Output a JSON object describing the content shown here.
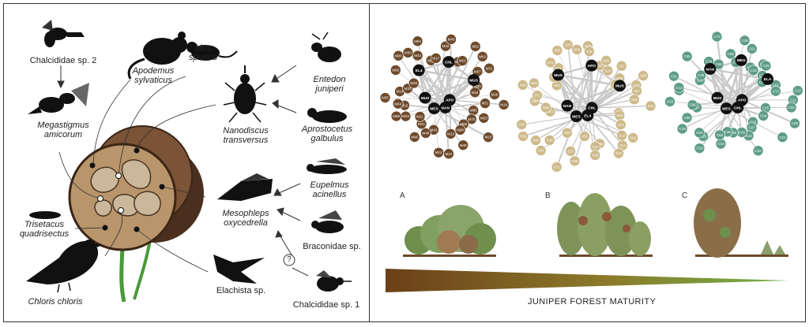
{
  "left": {
    "species": {
      "chalcididae2": [
        "Chalcididae sp. 2"
      ],
      "megastigmus": [
        "Megastigmus",
        "amicorum"
      ],
      "apodemus": [
        "Apodemus",
        "sylvaticus"
      ],
      "mus": [
        "Mus",
        "spretus"
      ],
      "entedon": [
        "Entedon",
        "juniperi"
      ],
      "nanodiscus": [
        "Nanodiscus",
        "transversus"
      ],
      "aprostocetus": [
        "Aprostocetus",
        "galbulus"
      ],
      "eupelmus": [
        "Eupelmus",
        "acinellus"
      ],
      "mesophleps": [
        "Mesophleps",
        "oxycedrella"
      ],
      "braconidae": [
        "Braconidae sp."
      ],
      "trisetacus": [
        "Trisetacus",
        "quadrisectus"
      ],
      "elachista": [
        "Elachista sp."
      ],
      "chalcididae1": [
        "Chalcididae sp. 1"
      ],
      "chloris": [
        "Chloris chloris"
      ]
    },
    "question_mark": "?"
  },
  "right": {
    "panel_letters": [
      "A",
      "B",
      "C"
    ],
    "gradient_label": "JUNIPER FOREST MATURITY",
    "colors": {
      "stage_a": "#6e4a2c",
      "stage_b": "#cdb98a",
      "stage_c": "#5e9c88",
      "key": "#111111",
      "edge": "#c9c9c9",
      "gradient_start": "#6b4019",
      "gradient_end": "#6fb24a"
    },
    "networks": [
      {
        "key_nodes": [
          "APO",
          "NAN",
          "MES",
          "MUS",
          "EL4",
          "CHL",
          "MUS"
        ],
        "other_nodes": [
          "M19",
          "M51",
          "M85",
          "M53",
          "M70",
          "M15",
          "M66",
          "M60",
          "M49",
          "M13",
          "M37",
          "M12",
          "M43",
          "M48",
          "M45",
          "M41",
          "M11",
          "M03",
          "M58",
          "M16",
          "M44",
          "M05",
          "M14",
          "M33",
          "M29",
          "M56",
          "M08",
          "M30",
          "M42",
          "M04",
          "M27",
          "M17",
          "M32",
          "M40",
          "M26",
          "M21",
          "M52",
          "M02",
          "M07",
          "M31",
          "M36",
          "M34",
          "M28"
        ]
      },
      {
        "key_nodes": [
          "CHL",
          "EL4",
          "MES",
          "NAN",
          "MUS",
          "APO",
          "MUS"
        ],
        "other_nodes": [
          "S32",
          "S51",
          "S53",
          "S23",
          "S62",
          "S13",
          "S14",
          "S49",
          "S05",
          "S37",
          "S69",
          "S01",
          "S30",
          "S27",
          "S71",
          "S58",
          "S44",
          "S44",
          "S46",
          "S55",
          "S42",
          "S61",
          "S30",
          "S60",
          "S71",
          "S40",
          "S59",
          "S04",
          "S47",
          "S72",
          "S41",
          "S63",
          "S25",
          "S06",
          "S36",
          "S29",
          "S11",
          "S65",
          "S20",
          "S57",
          "S52",
          "S31",
          "S68",
          "S18",
          "S67",
          "S26"
        ]
      },
      {
        "key_nodes": [
          "APO",
          "CHL",
          "MES",
          "MUS",
          "NAN",
          "MEG",
          "ELA"
        ],
        "other_nodes": [
          "C11",
          "C02",
          "C25",
          "C40",
          "C04",
          "C21",
          "C15",
          "C07",
          "C32",
          "C43",
          "C46",
          "C65",
          "C48",
          "C33",
          "C52",
          "C18",
          "C26",
          "C60",
          "C19",
          "C09",
          "C17",
          "C06",
          "C56",
          "C31",
          "C13",
          "C51",
          "C23",
          "C35",
          "C45",
          "C54",
          "C34",
          "C68",
          "C72",
          "C66",
          "C38",
          "C16",
          "C01",
          "C44",
          "C10",
          "C47",
          "C29",
          "C20",
          "C28",
          "C67",
          "C73",
          "C12"
        ]
      }
    ]
  }
}
